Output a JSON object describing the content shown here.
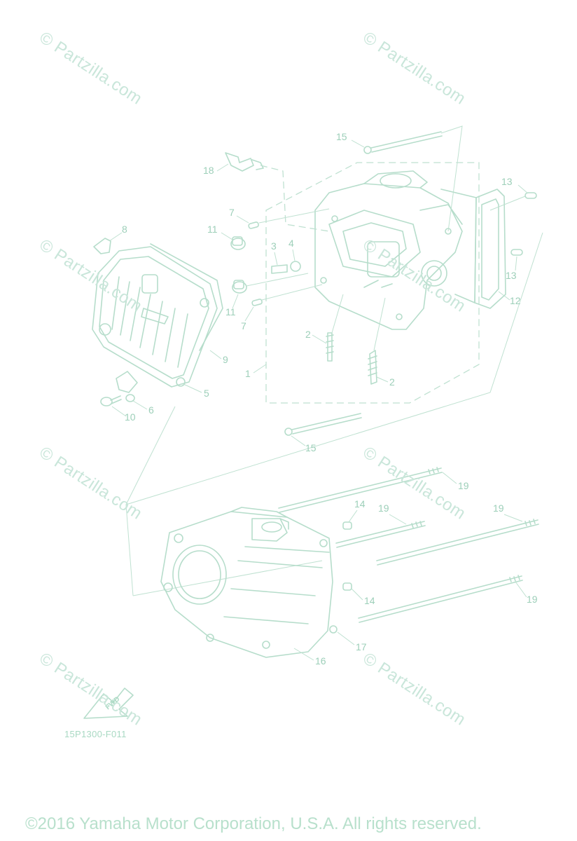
{
  "watermark": "© Partzilla.com",
  "diagram_code": "15P1300-F011",
  "fwd_label": "FWD",
  "copyright": "©2016 Yamaha Motor Corporation, U.S.A. All rights reserved.",
  "callouts": {
    "c1": "1",
    "c2a": "2",
    "c2b": "2",
    "c3": "3",
    "c4": "4",
    "c5": "5",
    "c6": "6",
    "c7a": "7",
    "c7b": "7",
    "c8": "8",
    "c9": "9",
    "c10": "10",
    "c11a": "11",
    "c11b": "11",
    "c12": "12",
    "c13a": "13",
    "c13b": "13",
    "c14a": "14",
    "c14b": "14",
    "c15a": "15",
    "c15b": "15",
    "c16": "16",
    "c17": "17",
    "c18": "18",
    "c19a": "19",
    "c19b": "19",
    "c19c": "19",
    "c19d": "19"
  },
  "colors": {
    "line": "#b6ddcb",
    "label": "#9dcfb9",
    "watermark": "#c9e6da"
  }
}
